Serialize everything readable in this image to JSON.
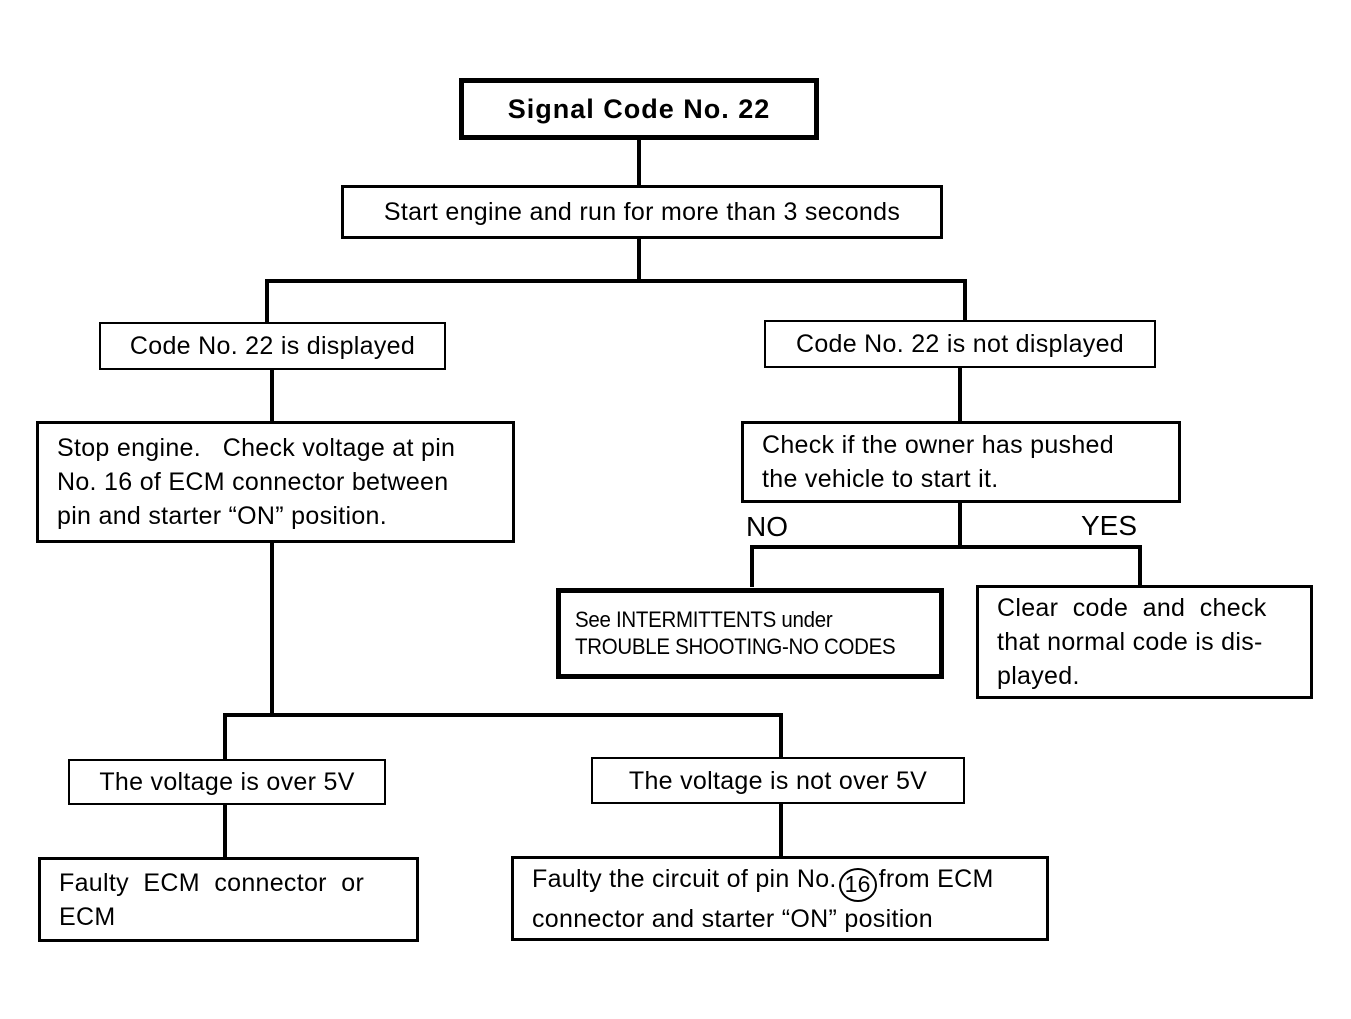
{
  "diagram": {
    "title": "Signal Code No. 22",
    "nodes": {
      "start": "Signal Code No. 22",
      "step1": "Start engine and run for more than 3 seconds",
      "branch_displayed": "Code No. 22 is displayed",
      "branch_not_displayed": "Code No. 22 is not displayed",
      "check_voltage_l1": "Stop engine.   Check voltage at pin",
      "check_voltage_l2": "No. 16 of ECM connector between",
      "check_voltage_l3": "pin and starter “ON” position.",
      "check_owner_l1": "Check if the owner has pushed",
      "check_owner_l2": "the vehicle to start it.",
      "intermittents_l1": "See INTERMITTENTS under",
      "intermittents_l2": "TROUBLE SHOOTING-NO CODES",
      "clear_code": "Clear code and check that normal code is dis-played.",
      "clear_code_l1": "Clear  code  and  check",
      "clear_code_l2": "that normal code is dis-",
      "clear_code_l3": "played.",
      "volt_over": "The voltage is over 5V",
      "volt_not_over": "The voltage is not over 5V",
      "faulty_ecm_l1": "Faulty  ECM  connector  or",
      "faulty_ecm_l2": "ECM",
      "faulty_circuit_pre": "Faulty the circuit of pin No.",
      "faulty_circuit_pin": "16",
      "faulty_circuit_post": "from ECM",
      "faulty_circuit_l2": "connector and starter “ON” position"
    },
    "edge_labels": {
      "no": "NO",
      "yes": "YES"
    },
    "colors": {
      "line": "#000000",
      "background": "#ffffff",
      "text": "#000000"
    }
  }
}
